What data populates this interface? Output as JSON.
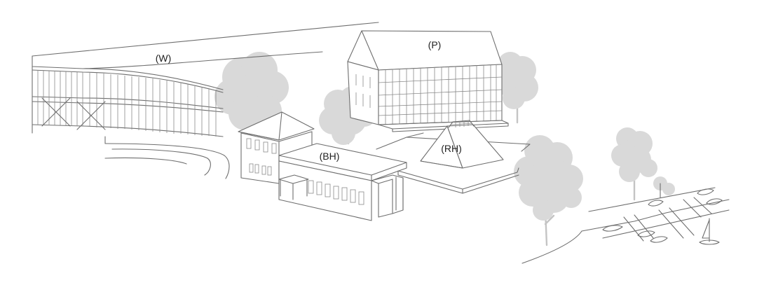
{
  "buildings": [
    {
      "id": "W",
      "label": "(W)"
    },
    {
      "id": "P",
      "label": "(P)"
    },
    {
      "id": "BH",
      "label": "(BH)"
    },
    {
      "id": "RH",
      "label": "(RH)"
    }
  ],
  "colors": {
    "line": "#6e6e6e",
    "tree": "#d9d9d9",
    "label": "#222222"
  }
}
